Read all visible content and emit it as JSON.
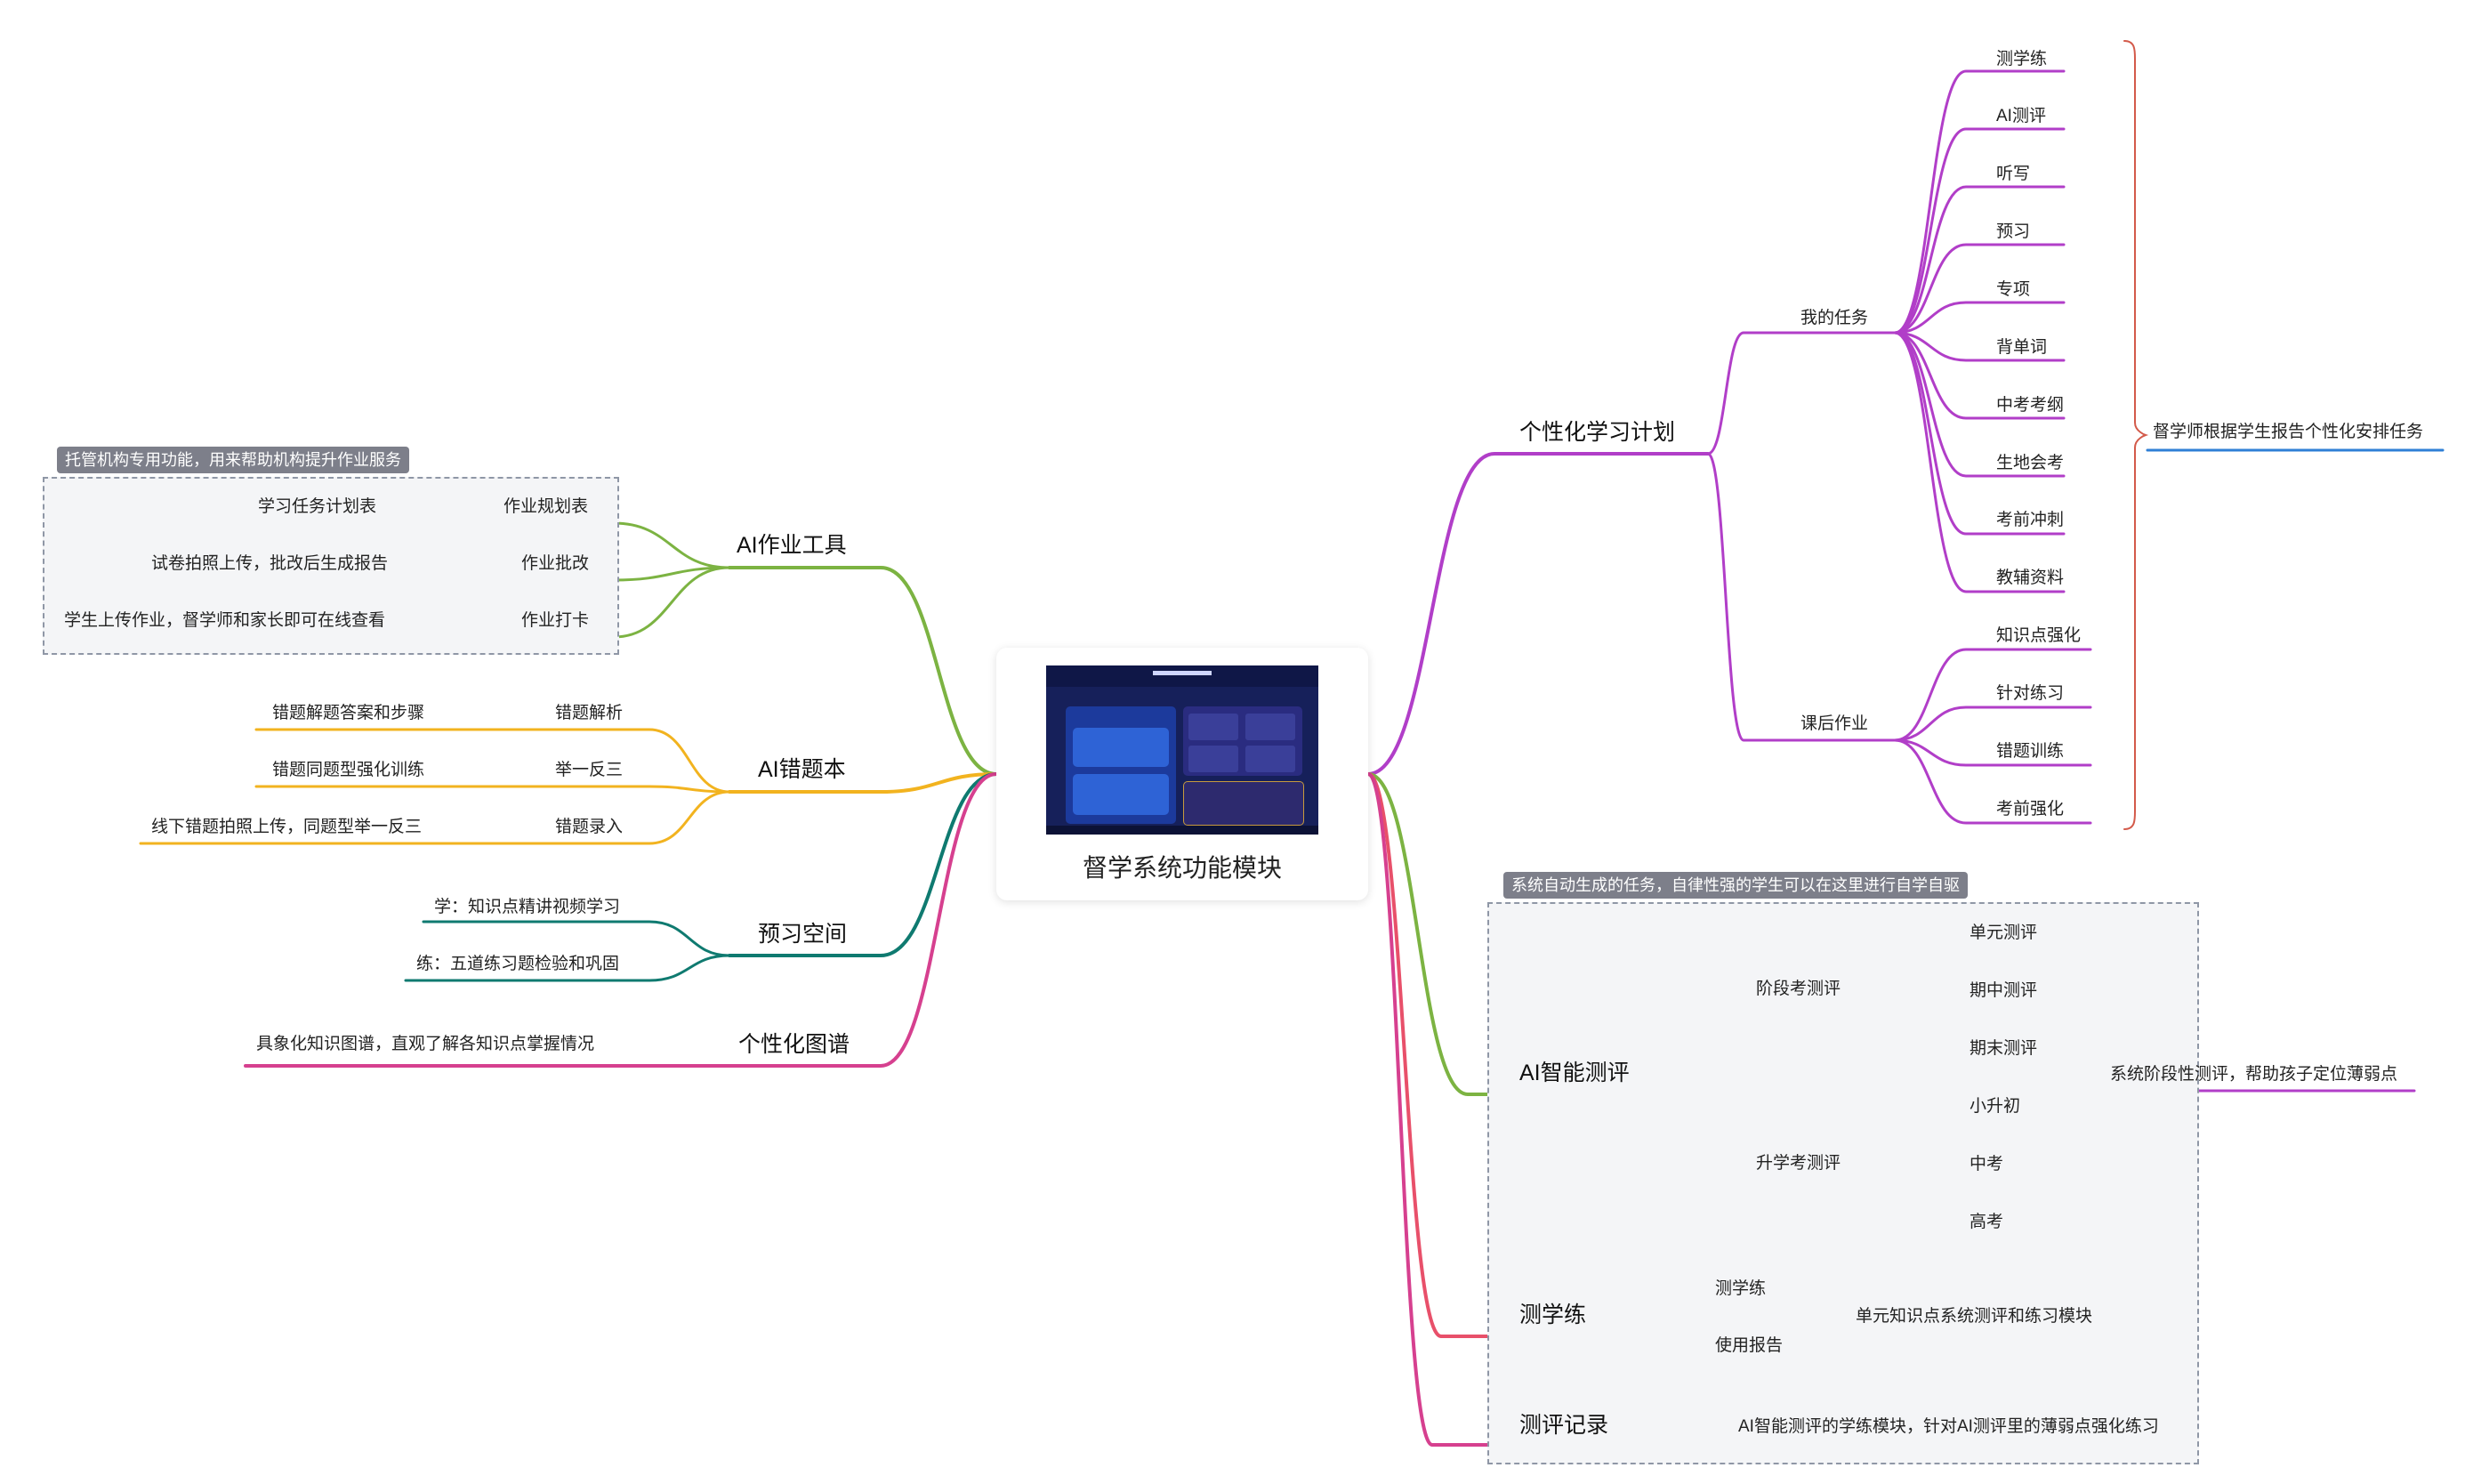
{
  "center": {
    "title": "督学系统功能模块"
  },
  "tags": {
    "ai_homework": "托管机构专用功能，用来帮助机构提升作业服务",
    "ai_eval": "系统自动生成的任务，自律性强的学生可以在这里进行自学自驱"
  },
  "left": {
    "ai_homework": {
      "label": "AI作业工具",
      "items": [
        {
          "label": "作业规划表",
          "note": "学习任务计划表"
        },
        {
          "label": "作业批改",
          "note": "试卷拍照上传，批改后生成报告"
        },
        {
          "label": "作业打卡",
          "note": "学生上传作业，督学师和家长即可在线查看"
        }
      ]
    },
    "ai_mistakes": {
      "label": "AI错题本",
      "items": [
        {
          "label": "错题解析",
          "note": "错题解题答案和步骤"
        },
        {
          "label": "举一反三",
          "note": "错题同题型强化训练"
        },
        {
          "label": "错题录入",
          "note": "线下错题拍照上传，同题型举一反三"
        }
      ]
    },
    "preview": {
      "label": "预习空间",
      "items": [
        {
          "note": "学：知识点精讲视频学习"
        },
        {
          "note": "练：五道练习题检验和巩固"
        }
      ]
    },
    "graph": {
      "label": "个性化图谱",
      "items": [
        {
          "note": "具象化知识图谱，直观了解各知识点掌握情况"
        }
      ]
    }
  },
  "right": {
    "plan": {
      "label": "个性化学习计划",
      "my_tasks": {
        "label": "我的任务",
        "items": [
          "测学练",
          "AI测评",
          "听写",
          "预习",
          "专项",
          "背单词",
          "中考考纲",
          "生地会考",
          "考前冲刺",
          "教辅资料"
        ]
      },
      "homework": {
        "label": "课后作业",
        "items": [
          "知识点强化",
          "针对练习",
          "错题训练",
          "考前强化"
        ]
      },
      "summary": "督学师根据学生报告个性化安排任务"
    },
    "ai_eval": {
      "label": "AI智能测评",
      "stage": {
        "label": "阶段考测评",
        "items": [
          "单元测评",
          "期中测评",
          "期末测评"
        ]
      },
      "promo": {
        "label": "升学考测评",
        "items": [
          "小升初",
          "中考",
          "高考"
        ]
      },
      "summary": "系统阶段性测评，帮助孩子定位薄弱点"
    },
    "practice": {
      "label": "测学练",
      "items": [
        "测学练",
        "使用报告"
      ],
      "summary": "单元知识点系统测评和练习模块"
    },
    "records": {
      "label": "测评记录",
      "note": "AI智能测评的学练模块，针对AI测评里的薄弱点强化练习"
    }
  },
  "colors": {
    "purple": "#b13ec8",
    "green": "#7cb342",
    "yellow": "#f2b31f",
    "teal": "#0f7a70",
    "pink": "#d6408f",
    "red": "#e8506a",
    "blue": "#2f7fd6"
  }
}
